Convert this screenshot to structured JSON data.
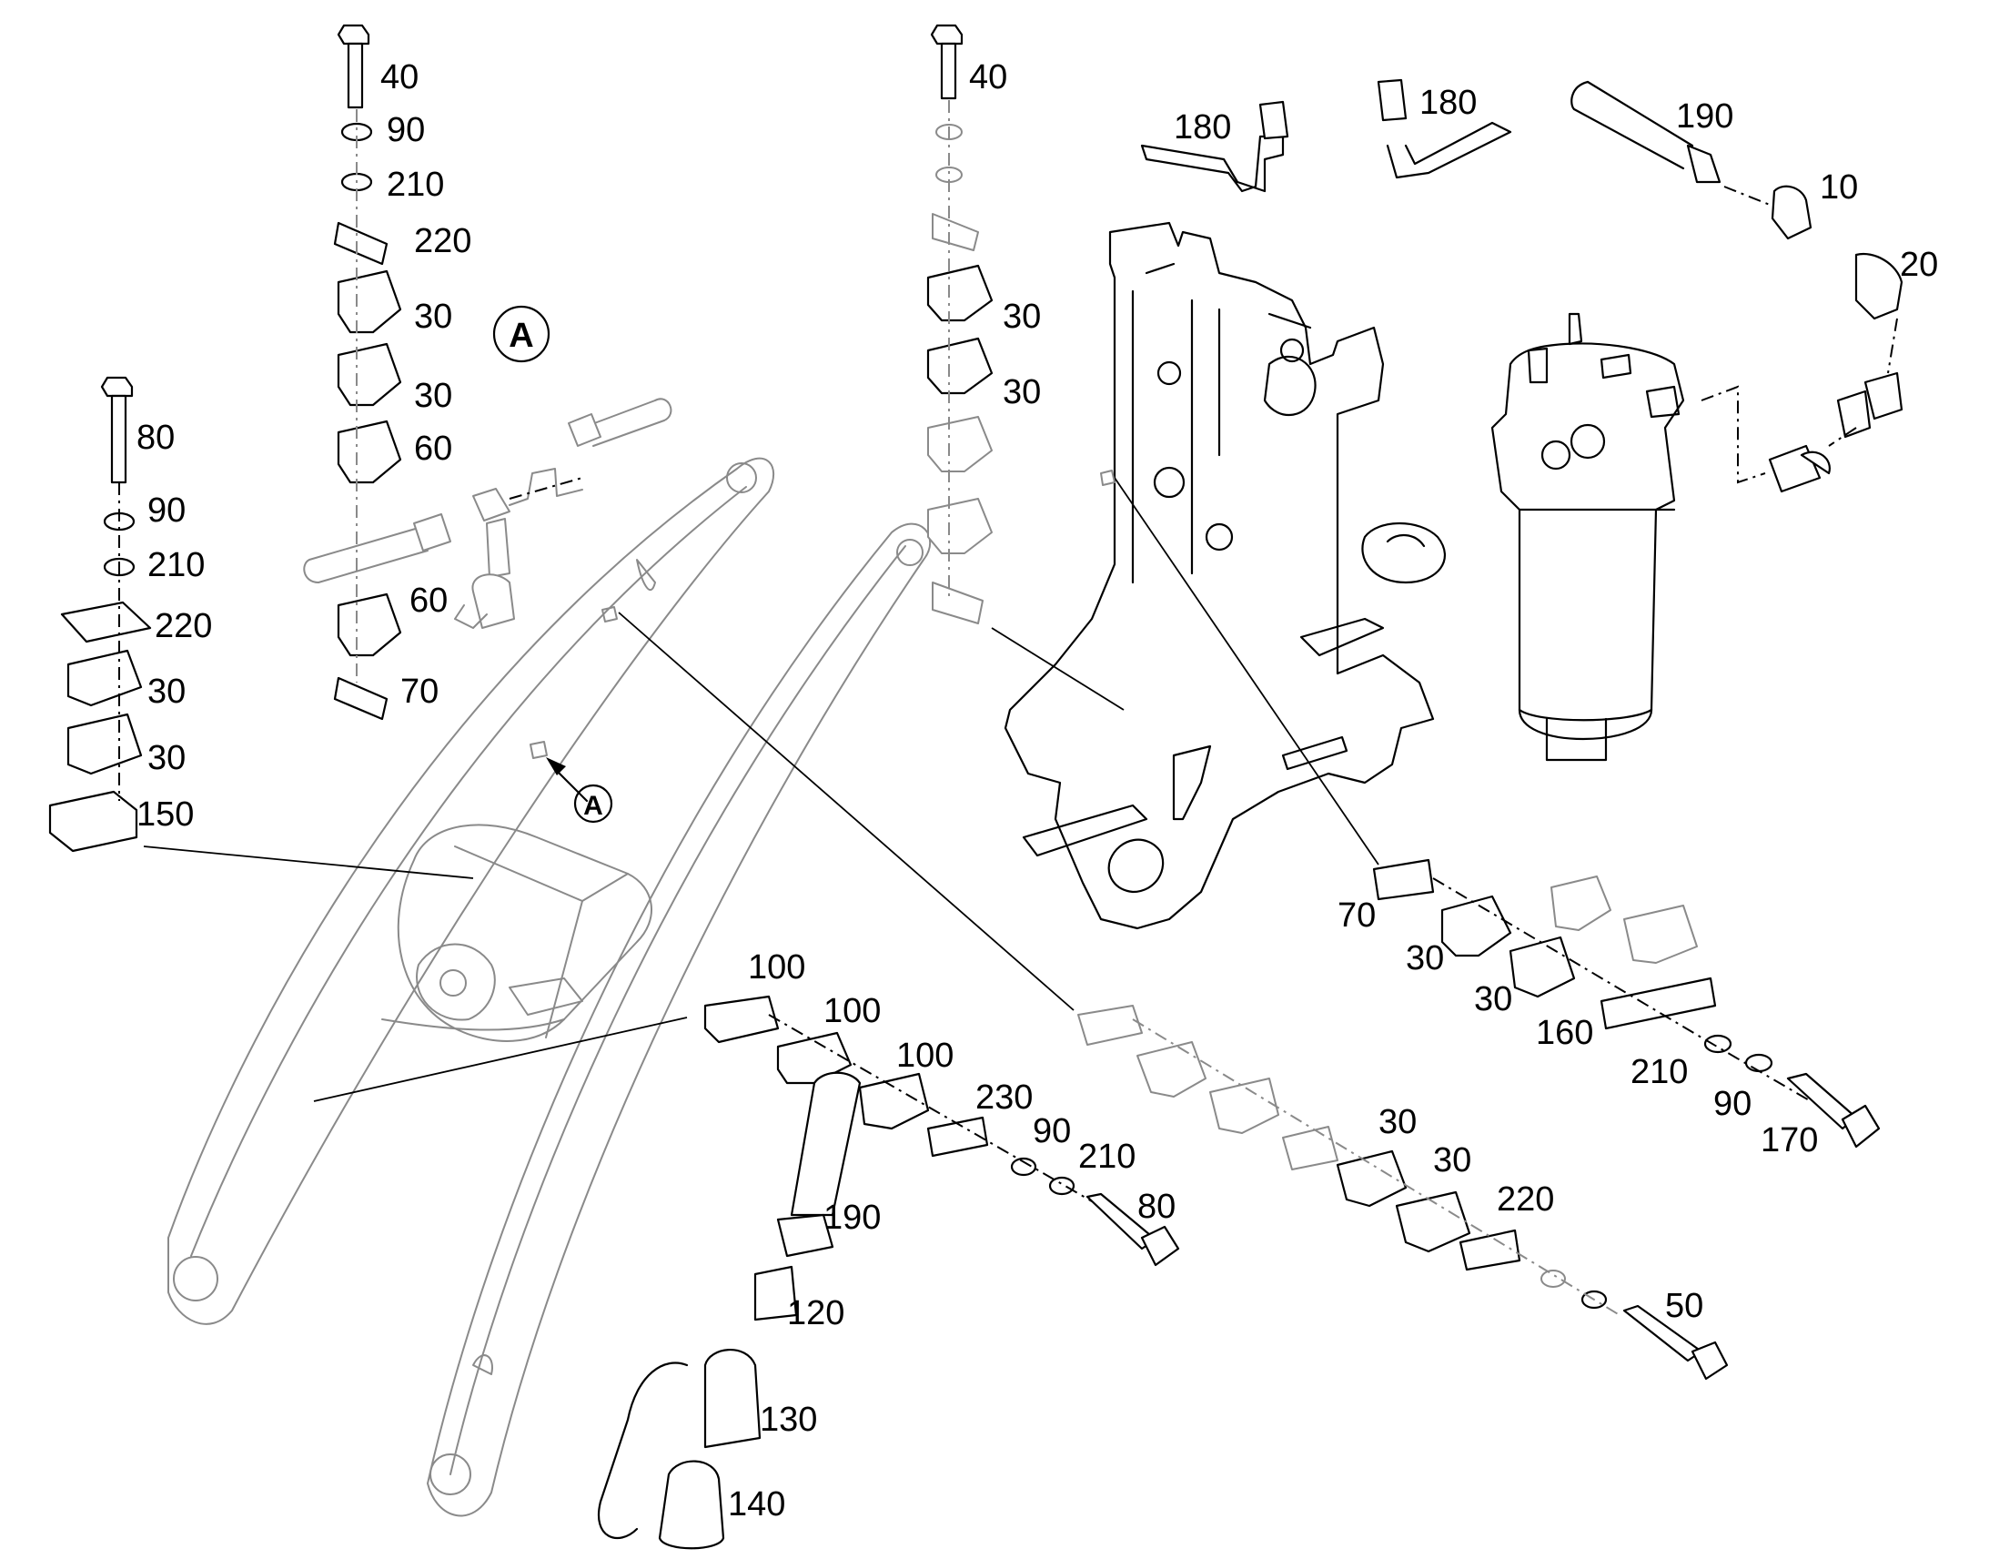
{
  "labels": {
    "l40a": "40",
    "l90a": "90",
    "l210a": "210",
    "l220a": "220",
    "l30a": "30",
    "l30b": "30",
    "l60a": "60",
    "l60b": "60",
    "l70a": "70",
    "l80a": "80",
    "l90b": "90",
    "l210b": "210",
    "l220b": "220",
    "l30c": "30",
    "l30d": "30",
    "l150": "150",
    "l40b": "40",
    "l30e": "30",
    "l30f": "30",
    "l180a": "180",
    "l180b": "180",
    "l190a": "190",
    "l10": "10",
    "l20": "20",
    "l70b": "70",
    "l30g": "30",
    "l30h": "30",
    "l160": "160",
    "l210c": "210",
    "l90c": "90",
    "l170": "170",
    "l100a": "100",
    "l100b": "100",
    "l100c": "100",
    "l230": "230",
    "l90d": "90",
    "l210d": "210",
    "l80b": "80",
    "l190b": "190",
    "l120": "120",
    "l130": "130",
    "l140": "140",
    "l30i": "30",
    "l30j": "30",
    "l220c": "220",
    "l50": "50"
  },
  "detail_callouts": {
    "view_a": "A",
    "arrow_a": "A"
  }
}
